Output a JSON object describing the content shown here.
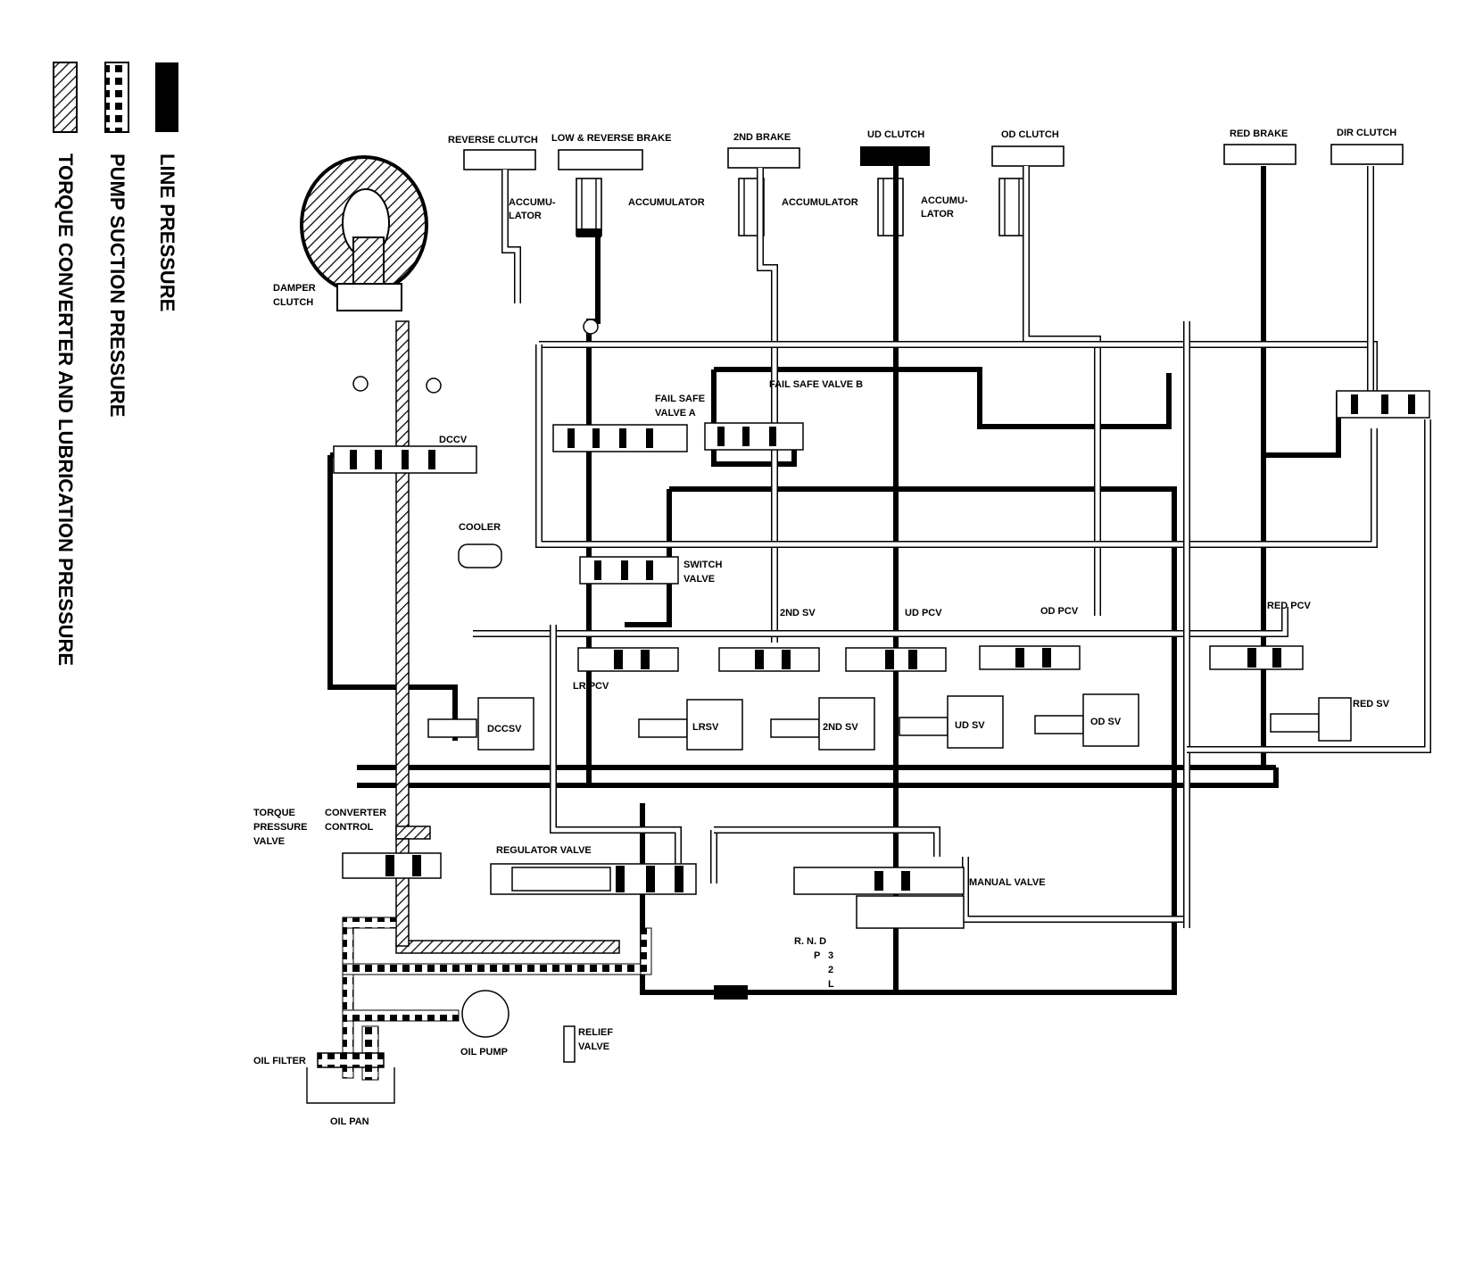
{
  "legend": {
    "line_pressure": "LINE PRESSURE",
    "pump_suction": "PUMP SUCTION PRESSURE",
    "torque_converter": "TORQUE CONVERTER AND LUBRICATION PRESSURE"
  },
  "clutches": {
    "reverse_clutch": "REVERSE CLUTCH",
    "low_reverse_brake": "LOW &  REVERSE BRAKE",
    "second_brake": "2ND BRAKE",
    "ud_clutch": "UD CLUTCH",
    "od_clutch": "OD CLUTCH",
    "red_brake": "RED BRAKE",
    "dir_clutch": "DIR CLUTCH"
  },
  "accumulators": {
    "accum_1a": "ACCUMU-",
    "accum_1b": "LATOR",
    "accum_2": "ACCUMULATOR",
    "accum_3": "ACCUMULATOR",
    "accum_4a": "ACCUMU-",
    "accum_4b": "LATOR"
  },
  "valves": {
    "damper_clutch_1": "DAMPER",
    "damper_clutch_2": "CLUTCH",
    "dccv": "DCCV",
    "fail_safe_a_1": "FAIL SAFE",
    "fail_safe_a_2": "VALVE A",
    "fail_safe_b": "FAIL SAFE VALVE B",
    "cooler": "COOLER",
    "switch_valve_1": "SWITCH",
    "switch_valve_2": "VALVE",
    "second_sv_top": "2ND SV",
    "ud_pcv": "UD PCV",
    "od_pcv": "OD PCV",
    "red_pcv": "RED PCV",
    "lr_pcv": "LR PCV",
    "dccsv": "DCCSV",
    "lrsv": "LRSV",
    "second_sv": "2ND SV",
    "ud_sv": "UD SV",
    "od_sv": "OD SV",
    "red_sv": "RED SV",
    "torque_pressure_1": "TORQUE",
    "torque_pressure_2": "PRESSURE",
    "torque_pressure_3": "VALVE",
    "converter_control_1": "CONVERTER",
    "converter_control_2": "CONTROL",
    "regulator_valve": "REGULATOR VALVE",
    "manual_valve": "MANUAL VALVE",
    "relief_valve_1": "RELIEF",
    "relief_valve_2": "VALVE",
    "oil_filter": "OIL FILTER",
    "oil_pump": "OIL PUMP",
    "oil_pan": "OIL PAN"
  },
  "shift_positions": {
    "row1": "R. N. D",
    "p": "P",
    "three": "3",
    "two": "2",
    "low": "L"
  }
}
